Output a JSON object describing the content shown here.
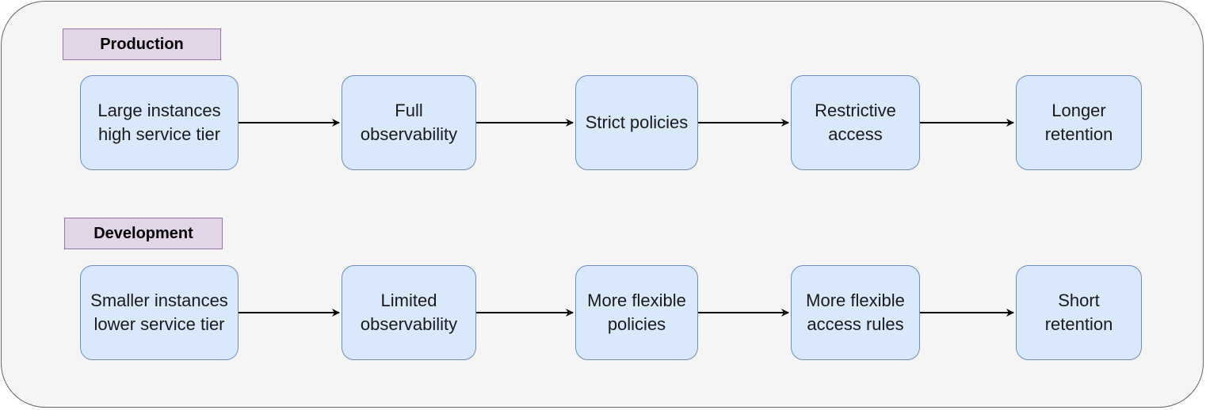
{
  "rows": [
    {
      "label": "Production",
      "nodes": [
        "Large instances\nhigh service tier",
        "Full\nobservability",
        "Strict policies",
        "Restrictive\naccess",
        "Longer\nretention"
      ]
    },
    {
      "label": "Development",
      "nodes": [
        "Smaller instances\nlower service tier",
        "Limited\nobservability",
        "More flexible\npolicies",
        "More flexible\naccess rules",
        "Short\nretention"
      ]
    }
  ]
}
